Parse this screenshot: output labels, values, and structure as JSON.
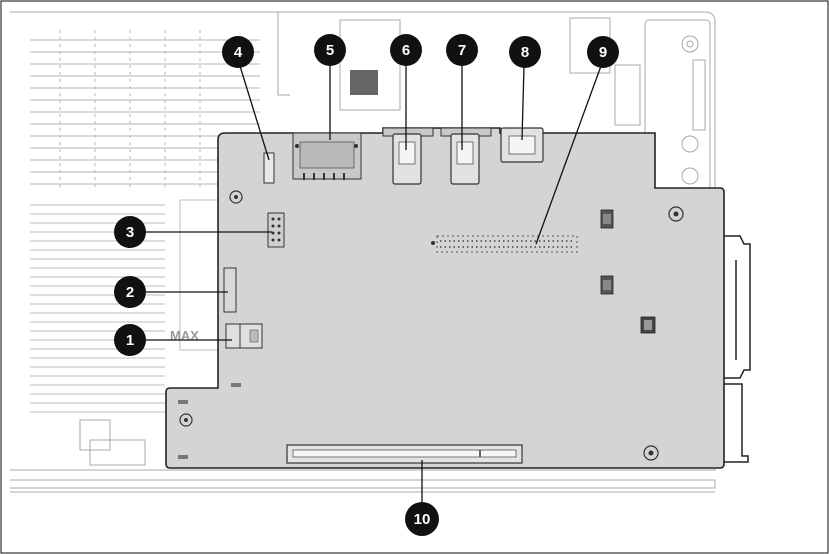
{
  "diagram": {
    "colors": {
      "board_fill": "#d4d4d4",
      "board_stroke": "#222222",
      "chassis_line": "#a8a8a8",
      "callout_fill": "#111111",
      "callout_text": "#ffffff"
    },
    "chassis_label": "MAX",
    "callouts": [
      {
        "id": "1",
        "label": "1"
      },
      {
        "id": "2",
        "label": "2"
      },
      {
        "id": "3",
        "label": "3"
      },
      {
        "id": "4",
        "label": "4"
      },
      {
        "id": "5",
        "label": "5"
      },
      {
        "id": "6",
        "label": "6"
      },
      {
        "id": "7",
        "label": "7"
      },
      {
        "id": "8",
        "label": "8"
      },
      {
        "id": "9",
        "label": "9"
      },
      {
        "id": "10",
        "label": "10"
      }
    ]
  }
}
